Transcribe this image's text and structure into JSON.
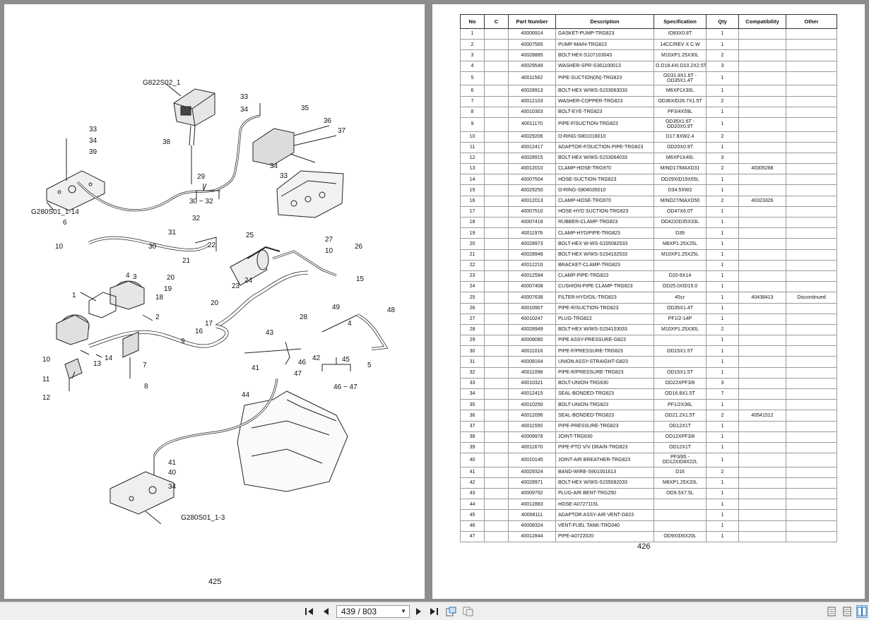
{
  "left_page": {
    "page_number": "425",
    "labels": {
      "g822s02": "G822S02_1",
      "g280s01_14": "G280S01_1-14",
      "g280s01_3": "G280S01_1-3",
      "n30_32": "30 − 32",
      "n46_47": "46 − 47",
      "n1": "1",
      "n2": "2",
      "n3": "3",
      "n4": "4",
      "n5": "5",
      "n6": "6",
      "n7": "7",
      "n8": "8",
      "n9": "9",
      "n10": "10",
      "n11": "11",
      "n12": "12",
      "n13": "13",
      "n14": "14",
      "n15": "15",
      "n16": "16",
      "n17": "17",
      "n18": "18",
      "n19": "19",
      "n20": "20",
      "n21": "21",
      "n22": "22",
      "n23": "23",
      "n24": "24",
      "n25": "25",
      "n26": "26",
      "n27": "27",
      "n28": "28",
      "n29": "29",
      "n30": "30",
      "n31": "31",
      "n32": "32",
      "n33": "33",
      "n34": "34",
      "n35": "35",
      "n36": "36",
      "n37": "37",
      "n38": "38",
      "n39": "39",
      "n40": "40",
      "n41": "41",
      "n42": "42",
      "n43": "43",
      "n44": "44",
      "n45": "45",
      "n46": "46",
      "n47": "47",
      "n48": "48",
      "n49": "49"
    }
  },
  "right_page": {
    "page_number": "426",
    "columns": [
      "No",
      "C",
      "Part Number",
      "Description",
      "Specification",
      "Qty",
      "Compatibility",
      "Other"
    ],
    "rows": [
      [
        "1",
        "",
        "40006914",
        "GASKET-PUMP-TRG823",
        "ID83X0.8T",
        "1",
        "",
        ""
      ],
      [
        "2",
        "",
        "40007565",
        "PUMP-MAIN-TRG823",
        "14CC/REV X C.W",
        "1",
        "",
        ""
      ],
      [
        "3",
        "",
        "40028885",
        "BOLT-HEX-S107103043",
        "M10XP1.25X30L",
        "2",
        "",
        ""
      ],
      [
        "4",
        "",
        "40029549",
        "WASHER-SPR-S361100013",
        "O.D18.4XI.D10.2X2.5T",
        "3",
        "",
        ""
      ],
      [
        "5",
        "",
        "40011562",
        "PIPE-SUCTION(IN)-TRG823",
        "OD31.8X1.6T - OD35X1.4T",
        "1",
        "",
        ""
      ],
      [
        "6",
        "",
        "40028913",
        "BOLT-HEX W/WS-S153063033",
        "M6XP1X30L",
        "1",
        "",
        ""
      ],
      [
        "7",
        "",
        "40012103",
        "WASHER-COPPER-TRG823",
        "OD36XID26.7X1.5T",
        "2",
        "",
        ""
      ],
      [
        "8",
        "",
        "40010303",
        "BOLT-EYE-TRG823",
        "PF3/4X59L",
        "1",
        "",
        ""
      ],
      [
        "9",
        "",
        "40011170",
        "PIPE-F/SUCTION-TRG823",
        "OD35X1.6T - OD20X0.9T",
        "1",
        "",
        ""
      ],
      [
        "10",
        "",
        "40029206",
        "O-RING-S801018010",
        "D17.8XW2.4",
        "2",
        "",
        ""
      ],
      [
        "11",
        "",
        "40012417",
        "ADAPTOR-F/SUCTION PIPE-TRG823",
        "OD20X0.9T",
        "1",
        "",
        ""
      ],
      [
        "12",
        "",
        "40028915",
        "BOLT-HEX W/WS-S153064033",
        "M6XP1X40L",
        "3",
        "",
        ""
      ],
      [
        "13",
        "",
        "40012010",
        "CLAMP-HOSE-TRG970",
        "MIND17/MAXD31",
        "2",
        "40305288",
        ""
      ],
      [
        "14",
        "",
        "40007504",
        "HOSE-SUCTION-TRG823",
        "OD29XID19X55L",
        "1",
        "",
        ""
      ],
      [
        "15",
        "",
        "40029250",
        "O-RING-S804035010",
        "D34.5XW2",
        "1",
        "",
        ""
      ],
      [
        "16",
        "",
        "40012013",
        "CLAMP-HOSE-TRG970",
        "MIND27/MAXD50",
        "2",
        "40323326",
        ""
      ],
      [
        "17",
        "",
        "40007510",
        "HOSE-HYD SUCTION-TRG823",
        "OD47X6.0T",
        "1",
        "",
        ""
      ],
      [
        "18",
        "",
        "40007418",
        "RUBBER-CLAMP-TRG823",
        "OD42XID35X33L",
        "1",
        "",
        ""
      ],
      [
        "19",
        "",
        "40011976",
        "CLAMP-HYD/PIPE-TRG823",
        "D39",
        "1",
        "",
        ""
      ],
      [
        "20",
        "",
        "40028973",
        "BOLT-HEX W-WS-S155082533",
        "M8XP1.25X25L",
        "1",
        "",
        ""
      ],
      [
        "21",
        "",
        "40028948",
        "BOLT-HEX W/WS-S154102533",
        "M10XP1.25X25L",
        "1",
        "",
        ""
      ],
      [
        "22",
        "",
        "40012210",
        "BRACKET-CLAMP-TRG823",
        "",
        "1",
        "",
        ""
      ],
      [
        "23",
        "",
        "40012594",
        "CLAMP-PIPE-TRG823",
        "D20-9X14",
        "1",
        "",
        ""
      ],
      [
        "24",
        "",
        "40007408",
        "CUSHION-PIPE CLAMP-TRG823",
        "OD25.0XID15.0",
        "1",
        "",
        ""
      ],
      [
        "25",
        "",
        "40007638",
        "FILTER-HYD/OIL-TRG823",
        "45㏛",
        "1",
        "40438413",
        "Discontinued"
      ],
      [
        "26",
        "",
        "40010907",
        "PIPE-R/SUCTION-TRG823",
        "OD35X1.4T",
        "1",
        "",
        ""
      ],
      [
        "27",
        "",
        "40010247",
        "PLUG-TRG822",
        "PF1/2-14P",
        "1",
        "",
        ""
      ],
      [
        "28",
        "",
        "40028949",
        "BOLT-HEX W/WS-S154103033",
        "M10XP1.25X30L",
        "2",
        "",
        ""
      ],
      [
        "29",
        "",
        "40008080",
        "PIPE ASSY-PRESSURE-G823",
        "",
        "1",
        "",
        ""
      ],
      [
        "30",
        "",
        "40011016",
        "PIPE-F/PRESSURE-TRG823",
        "OD15X1.5T",
        "1",
        "",
        ""
      ],
      [
        "31",
        "",
        "40008164",
        "UNION ASSY-STRAIGHT-G823",
        "",
        "1",
        "",
        ""
      ],
      [
        "32",
        "",
        "40011098",
        "PIPE-R/PRESSURE-TRG823",
        "OD15X1.5T",
        "1",
        "",
        ""
      ],
      [
        "33",
        "",
        "40010321",
        "BOLT-UNION-TRG630",
        "OD22XPF3/8",
        "3",
        "",
        ""
      ],
      [
        "34",
        "",
        "40012415",
        "SEAL-BONDED-TRG823",
        "OD16.8X1.5T",
        "7",
        "",
        ""
      ],
      [
        "35",
        "",
        "40010250",
        "BOLT-UNION-TRG823",
        "PF1/2X36L",
        "1",
        "",
        ""
      ],
      [
        "36",
        "",
        "40012096",
        "SEAL-BONDED-TRG823",
        "OD21.2X1.5T",
        "2",
        "40541512",
        ""
      ],
      [
        "37",
        "",
        "40011550",
        "PIPE-PRESSURE-TRG823",
        "OD12X1T",
        "1",
        "",
        ""
      ],
      [
        "38",
        "",
        "40009978",
        "JOINT-TRG630",
        "OD12XPF3/8",
        "1",
        "",
        ""
      ],
      [
        "39",
        "",
        "40011670",
        "PIPE-PTO V/V DRAIN-TRG823",
        "OD12X1T",
        "1",
        "",
        ""
      ],
      [
        "40",
        "",
        "40010145",
        "JOINT-AIR BREATHER-TRG823",
        "PF3/85 - OD12XID8X22L",
        "1",
        "",
        ""
      ],
      [
        "41",
        "",
        "40029324",
        "BAND-WIRE-S901001613",
        "D16",
        "2",
        "",
        ""
      ],
      [
        "42",
        "",
        "40028971",
        "BOLT-HEX W/WS-S155082033",
        "M8XP1.25X20L",
        "1",
        "",
        ""
      ],
      [
        "43",
        "",
        "40009792",
        "PLUG-AIR BENT-TRG250",
        "OD9.5X7.5L",
        "1",
        "",
        ""
      ],
      [
        "44",
        "",
        "40012883",
        "HOSE-A0727115L",
        "",
        "1",
        "",
        ""
      ],
      [
        "45",
        "",
        "40008111",
        "ADAPTOR ASSY-AIR VENT-G823",
        "",
        "1",
        "",
        ""
      ],
      [
        "46",
        "",
        "40008324",
        "VENT-FUEL TANK-TRG040",
        "",
        "1",
        "",
        ""
      ],
      [
        "47",
        "",
        "40012844",
        "PIPE-A0722020",
        "OD9XID6X20L",
        "1",
        "",
        ""
      ]
    ]
  },
  "toolbar": {
    "first_icon": "first-page-icon",
    "prev_icon": "prev-page-icon",
    "page_indicator": "439 / 803",
    "next_icon": "next-page-icon",
    "last_icon": "last-page-icon",
    "fit_icon": "fit-page-icon",
    "export_icon": "export-icon",
    "single_icon": "single-page-icon",
    "continuous_icon": "continuous-page-icon",
    "facing_icon": "facing-page-icon"
  }
}
